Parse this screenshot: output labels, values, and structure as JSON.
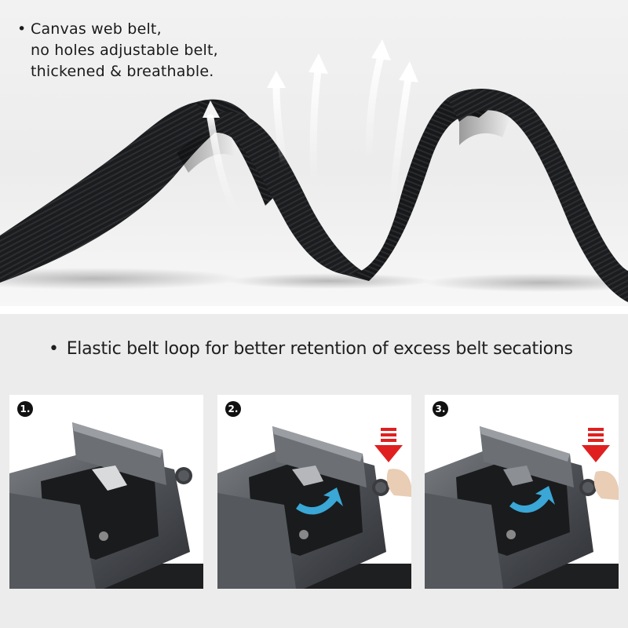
{
  "hero": {
    "bullet": "•",
    "lines": [
      "Canvas web belt,",
      "no holes adjustable belt,",
      "thickened & breathable."
    ]
  },
  "feature": {
    "bullet": "•",
    "text": "Elastic belt loop for better retention of excess belt secations"
  },
  "steps": [
    {
      "badge": "1."
    },
    {
      "badge": "2."
    },
    {
      "badge": "3."
    }
  ],
  "colors": {
    "belt": "#1b1c1e",
    "buckle": "#5a5d62",
    "press_arrow": "#e02020",
    "swoosh_arrow": "#3aa7d6"
  }
}
